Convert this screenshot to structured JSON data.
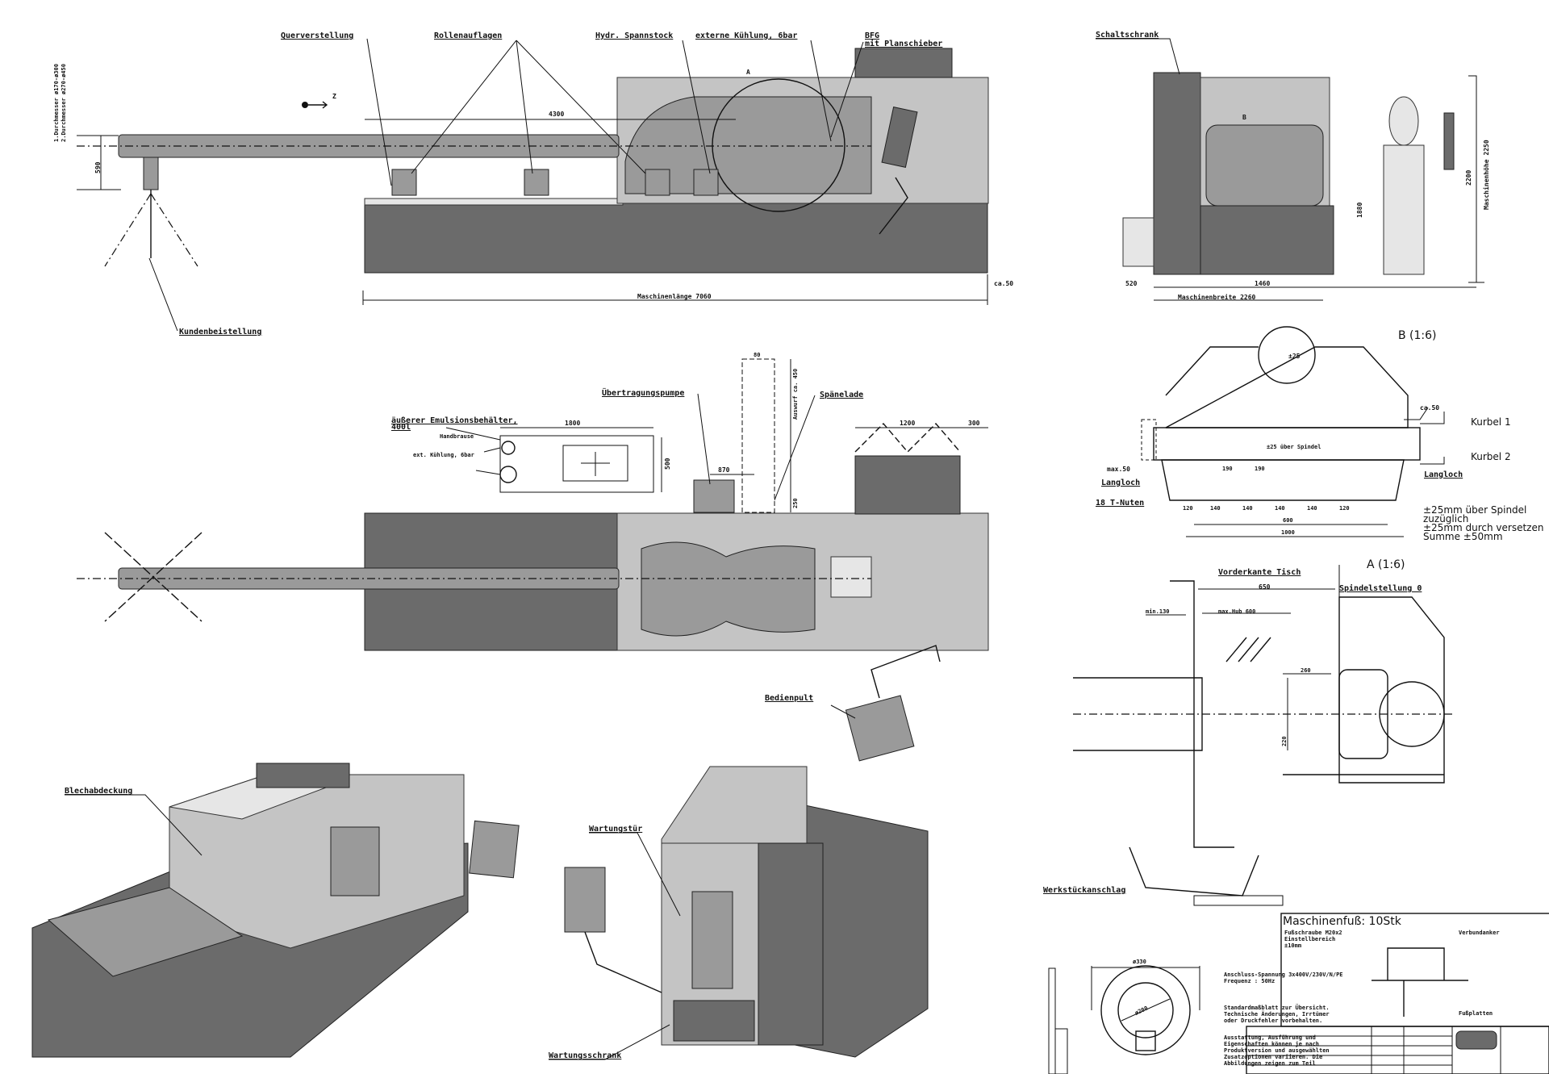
{
  "side_view": {
    "labels": {
      "querverstellung": "Querverstellung",
      "rollenauflagen": "Rollenauflagen",
      "spannstock": "Hydr. Spannstock",
      "kuehlung": "externe Kühlung, 6bar",
      "bfg": "BFG",
      "planschieber": "mit Planschieber",
      "kundenbeistellung": "Kundenbeistellung",
      "axis_z": "Z",
      "detail_a": "A"
    },
    "diameters": [
      "1.Durchmesser ø170-ø300",
      "2.Durchmesser ø270-ø450"
    ],
    "dims": {
      "length_4300": "4300",
      "height_590": "590",
      "machine_length": "Maschinenlänge 7060",
      "ca50": "ca.50"
    }
  },
  "front_view": {
    "labels": {
      "schaltschrank": "Schaltschrank",
      "detail_b": "B"
    },
    "dims": {
      "d2200": "2200",
      "machine_height": "Maschinenhöhe 2250",
      "d1880": "1880",
      "d520": "520",
      "d1460": "1460",
      "machine_width": "Maschinenbreite 2260"
    }
  },
  "detail_b": {
    "title": "B (1:6)",
    "pm25": "±25",
    "kurbel1": "Kurbel 1",
    "kurbel2": "Kurbel 2",
    "ca50": "ca.50",
    "max50": "max.50",
    "langloch_left": "Langloch",
    "langloch_right": "Langloch",
    "t_nuten": "18 T-Nuten",
    "ueber_spindel": "±25 über Spindel",
    "d190": [
      "190",
      "190"
    ],
    "spacing": [
      "120",
      "140",
      "140",
      "140",
      "140",
      "120"
    ],
    "d600": "600",
    "d1000": "1000",
    "note": [
      "±25mm über Spindel",
      "zuzüglich",
      "±25mm durch versetzen",
      "Summe ±50mm"
    ]
  },
  "detail_a": {
    "title": "A (1:6)",
    "vorderkante": "Vorderkante Tisch",
    "d650": "650",
    "spindelstellung": "Spindelstellung 0",
    "min130": "min.130",
    "maxhub": "max.Hub 600",
    "d260": "260",
    "d220": "220",
    "werkstueckanschlag": "Werkstückanschlag"
  },
  "top_view": {
    "labels": {
      "emulsion": "äußerer Emulsionsbehälter,",
      "emulsion_vol": "400l",
      "handbrause": "Handbrause",
      "ext_kuehlung": "ext. Kühlung, 6bar",
      "pumpe": "Übertragungspumpe",
      "spaenelade": "Spänelade",
      "bedienpult": "Bedienpult"
    },
    "dims": {
      "d1800": "1800",
      "d500": "500",
      "d870": "870",
      "d1200": "1200",
      "d300": "300",
      "auswurf": "Auswurf ca. 450",
      "d250": "250",
      "d80": "80"
    }
  },
  "iso_views": {
    "blechabdeckung": "Blechabdeckung",
    "wartungstuer": "Wartungstür",
    "wartungsschrank": "Wartungsschrank"
  },
  "stopper": {
    "d330": "ø330",
    "d200": "ø200"
  },
  "specs": {
    "voltage": "Anschluss-Spannung 3x400V/230V/N/PE",
    "frequency": "Frequenz           : 50Hz",
    "disclaimer": [
      "Standardmaßblatt zur Übersicht.",
      "Technische Änderungen, Irrtümer",
      "oder Druckfehler vorbehalten."
    ],
    "equipment": [
      "Ausstattung, Ausführung und",
      "Eigenschaften können je nach",
      "Produktversion und ausgewählten",
      "Zusatzoptionen variieren. Die",
      "Abbildungen zeigen zum Teil"
    ]
  },
  "foot": {
    "title": "Maschinenfuß: 10Stk",
    "notes": [
      "Fußschraube M20x2",
      "Einstellbereich",
      "±10mm",
      "Verbundanker",
      "Fußplatten"
    ]
  },
  "colors": {
    "dark": "#6b6b6b",
    "mid": "#9a9a9a",
    "light": "#c4c4c4",
    "ink": "#111111"
  }
}
